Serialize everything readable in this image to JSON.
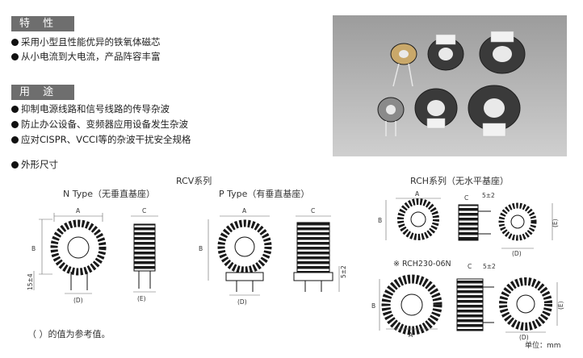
{
  "features": {
    "title": "特 性",
    "items": [
      "采用小型且性能优异的铁氧体磁芯",
      "从小电流到大电流，产品阵容丰富"
    ]
  },
  "uses": {
    "title": "用 途",
    "items": [
      "抑制电源线路和信号线路的传导杂波",
      "防止办公设备、变频器应用设备发生杂波",
      "应对CISPR、VCCI等的杂波干扰安全规格"
    ]
  },
  "dimensions": {
    "title": "外形尺寸",
    "rcv_title": "RCV系列",
    "n_type": "N Type（无垂直基座）",
    "p_type": "P Type（有垂直基座）",
    "rch_title": "RCH系列（无水平基座）",
    "rch_variant": "※ RCH230-06N",
    "note": "（ ）的值为参考值。",
    "unit": "单位：mm"
  },
  "dim_labels": {
    "a": "A",
    "b": "B",
    "c": "C",
    "d": "(D)",
    "e": "(E)",
    "h15": "15±4",
    "h5": "5±2"
  },
  "photo": {
    "icon": "toroid-coil-photo"
  }
}
